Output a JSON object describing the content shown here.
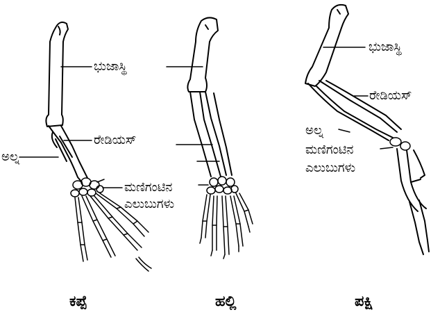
{
  "labels": {
    "humerus": "ಭುಜಾಸ್ಥಿ",
    "radius": "ರೇಡಿಯಸ್",
    "ulna": "ಅಲ್ನ",
    "carpals_line1": "ಮಣಿಗಂಟಿನ",
    "carpals_line2": "ಎಲುಬುಗಳು"
  },
  "captions": {
    "frog": "ಕಪ್ಪೆ",
    "lizard": "ಹಲ್ಲಿ",
    "bird": "ಪಕ್ಷಿ"
  },
  "colors": {
    "ink": "#000000",
    "paper": "#ffffff"
  }
}
